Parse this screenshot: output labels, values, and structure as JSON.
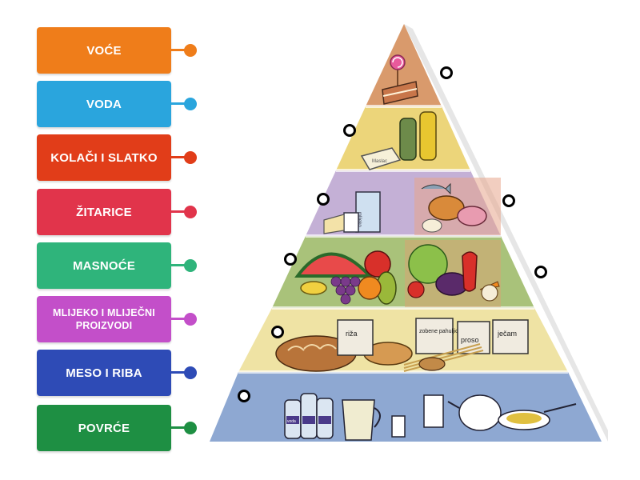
{
  "labels": [
    {
      "text": "VOĆE",
      "color": "#ef7d1a"
    },
    {
      "text": "VODA",
      "color": "#2aa5dd"
    },
    {
      "text": "KOLAČI I SLATKO",
      "color": "#e13d19"
    },
    {
      "text": "ŽITARICE",
      "color": "#e1344b"
    },
    {
      "text": "MASNOĆE",
      "color": "#2fb47b"
    },
    {
      "text": "MLIJEKO I MLIJEČNI PROIZVODI",
      "color": "#c34fc9"
    },
    {
      "text": "MESO I RIBA",
      "color": "#2e4bb6"
    },
    {
      "text": "POVRĆE",
      "color": "#1e8f43"
    }
  ],
  "pyramid_tiers": [
    {
      "tier": "sweets",
      "color": "#d99a6c"
    },
    {
      "tier": "fats",
      "color": "#ecd57a"
    },
    {
      "tier": "dairy-meat",
      "color": "#c4b0d6"
    },
    {
      "tier": "fruit-vegetables",
      "color": "#a9c27a"
    },
    {
      "tier": "grains",
      "color": "#efe3a4"
    },
    {
      "tier": "water",
      "color": "#8ea8d2"
    }
  ],
  "jar_labels": [
    "riža",
    "zobene pahuljice",
    "proso",
    "ječam"
  ],
  "packet_labels": [
    "Maslac",
    "mlijeko",
    "voda"
  ]
}
